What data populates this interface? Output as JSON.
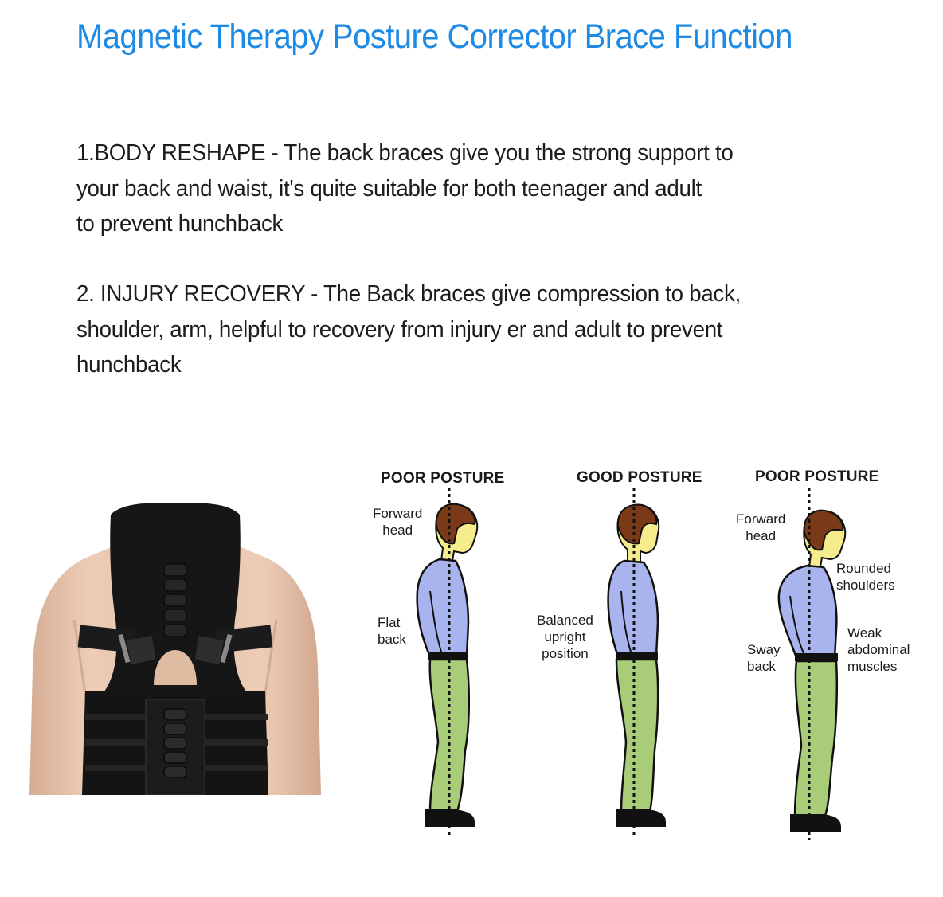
{
  "title": "Magnetic Therapy Posture Corrector Brace Function",
  "colors": {
    "title": "#1d8ae6",
    "body_text": "#1c1c1c",
    "shirt": "#a9b3ee",
    "pants": "#a9cc78",
    "skin": "#f5ec8c",
    "hair": "#7a3a18",
    "brace": "#151515",
    "skin_photo": "#e6c3ab"
  },
  "paragraphs": [
    {
      "lines": [
        "1.BODY RESHAPE - The back braces give you the strong support to",
        "your back and waist, it's quite suitable for both teenager and adult",
        "to prevent hunchback"
      ]
    },
    {
      "lines": [
        "2. INJURY RECOVERY - The Back braces give compression to back,",
        "shoulder, arm, helpful to recovery from injury er and adult to prevent",
        "hunchback"
      ]
    }
  ],
  "photo": {
    "subject": "back view of torso wearing black magnetic posture corrector brace"
  },
  "diagram": {
    "figures": [
      {
        "heading": "POOR POSTURE",
        "labels": [
          {
            "lines": [
              "Forward",
              "head"
            ]
          },
          {
            "lines": [
              "Flat",
              "back"
            ]
          }
        ]
      },
      {
        "heading": "GOOD POSTURE",
        "labels": [
          {
            "lines": [
              "Balanced",
              "upright",
              "position"
            ]
          }
        ]
      },
      {
        "heading": "POOR POSTURE",
        "labels": [
          {
            "lines": [
              "Forward",
              "head"
            ]
          },
          {
            "lines": [
              "Rounded",
              "shoulders"
            ]
          },
          {
            "lines": [
              "Sway",
              "back"
            ]
          },
          {
            "lines": [
              "Weak",
              "abdominal",
              "muscles"
            ]
          }
        ]
      }
    ]
  }
}
